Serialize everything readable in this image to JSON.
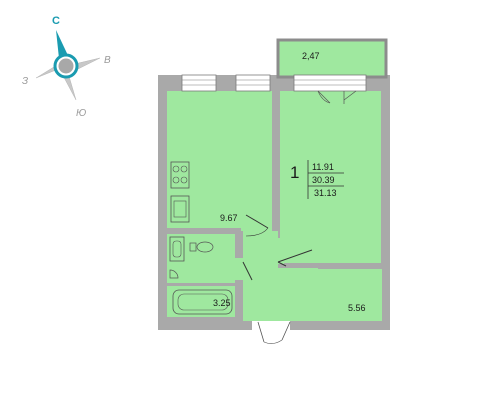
{
  "compass": {
    "north": "С",
    "east": "В",
    "south": "Ю",
    "west": "З"
  },
  "rooms": {
    "balcony": {
      "area": "2,47"
    },
    "kitchen": {
      "area": "9.67"
    },
    "bathroom": {
      "area": "3.25"
    },
    "hall": {
      "area": "5.56"
    },
    "living": {
      "area_label": "11.91"
    }
  },
  "apartment": {
    "rooms_count": "1",
    "living_area": "11.91",
    "area_without_balcony": "30.39",
    "total_area": "31.13"
  },
  "colors": {
    "room_fill": "#9fe89f",
    "wall": "#a9a9a9",
    "line": "#3c3c3c",
    "compass_accent": "#1a9bb0"
  }
}
